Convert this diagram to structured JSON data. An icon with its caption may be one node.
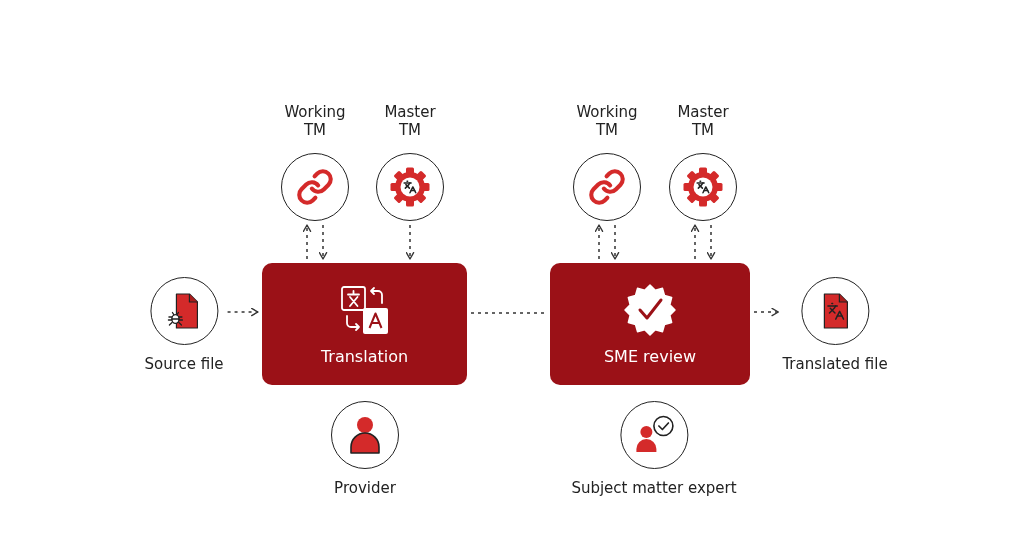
{
  "diagram": {
    "nodes": [
      {
        "text": [
          "Working TM"
        ]
      },
      {
        "text": [
          "Master TM"
        ]
      },
      {
        "text": [
          "Working TM"
        ]
      },
      {
        "text": [
          "Master TM"
        ]
      },
      {
        "text": [
          "Source file"
        ]
      },
      {
        "text": [
          "Translation"
        ]
      },
      {
        "text": [
          "SME review"
        ]
      },
      {
        "text": [
          "Translated file"
        ]
      },
      {
        "text": [
          "Provider"
        ]
      },
      {
        "text": [
          "Subject matter expert"
        ]
      }
    ],
    "edges": [
      {
        "from": 5,
        "to": 0,
        "arrow": "to",
        "style": "dashed"
      },
      {
        "from": 0,
        "to": 5,
        "arrow": "to",
        "style": "dashed"
      },
      {
        "from": 1,
        "to": 5,
        "arrow": "to",
        "style": "dashed"
      },
      {
        "from": 6,
        "to": 2,
        "arrow": "to",
        "style": "dashed"
      },
      {
        "from": 2,
        "to": 6,
        "arrow": "to",
        "style": "dashed"
      },
      {
        "from": 6,
        "to": 3,
        "arrow": "to",
        "style": "dashed"
      },
      {
        "from": 3,
        "to": 6,
        "arrow": "to",
        "style": "dashed"
      },
      {
        "from": 4,
        "to": 5,
        "arrow": "to",
        "style": "dashed"
      },
      {
        "from": 5,
        "to": 6,
        "arrow": "none",
        "style": "dashed"
      },
      {
        "from": 6,
        "to": 7,
        "arrow": "to",
        "style": "dashed"
      }
    ]
  }
}
